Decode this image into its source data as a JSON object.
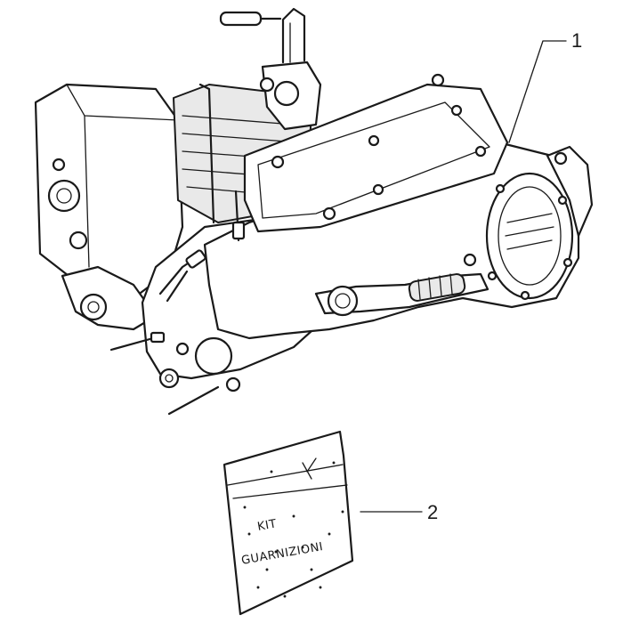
{
  "callouts": [
    {
      "number": "1",
      "part": "engine"
    },
    {
      "number": "2",
      "part": "gasket-kit"
    }
  ],
  "bag_label": {
    "line1": "KIT",
    "line2": "GUARNIZIONI"
  },
  "colors": {
    "line": "#1a1a1a",
    "background": "#ffffff"
  }
}
